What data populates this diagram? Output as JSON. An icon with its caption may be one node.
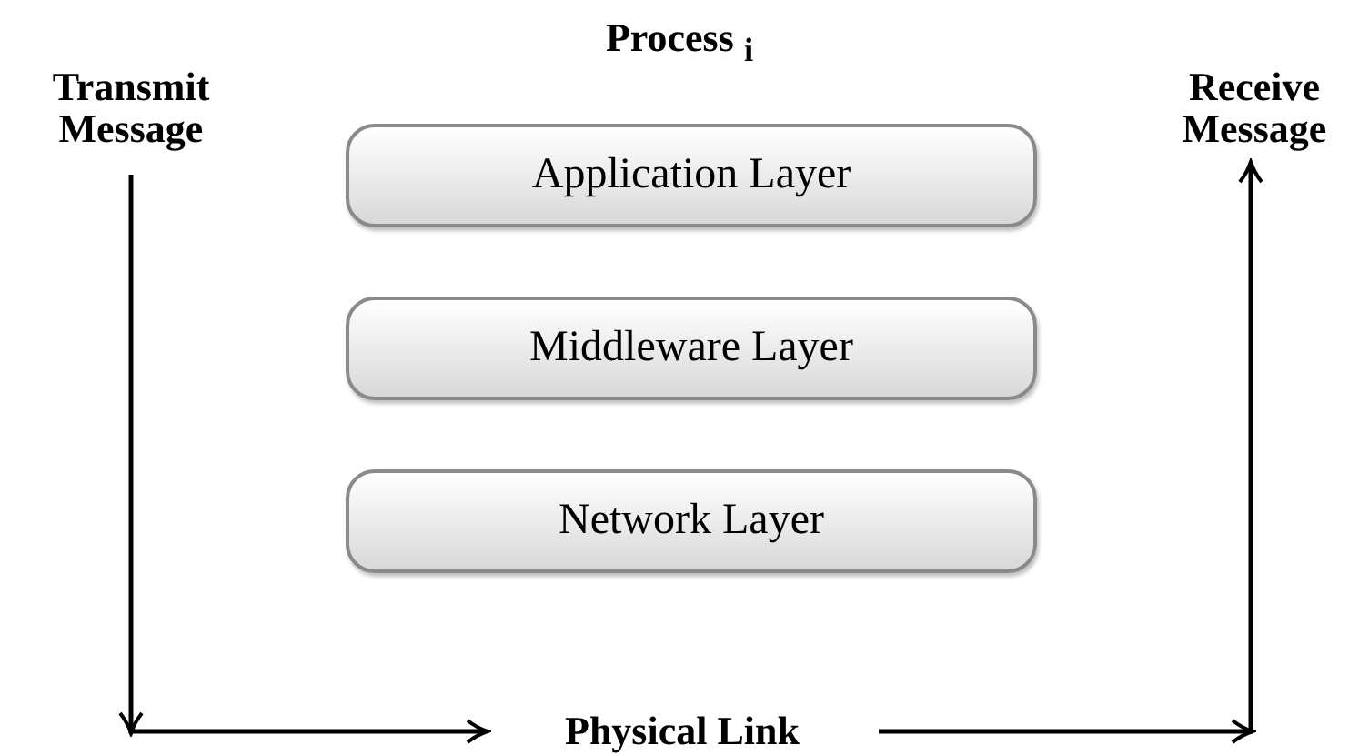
{
  "diagram": {
    "title": "Process $_{i}$",
    "nodes": [
      {
        "text": [
          "Transmit Message"
        ]
      },
      {
        "text": [
          "Receive Message"
        ]
      },
      {
        "text": [
          "Application Layer"
        ]
      },
      {
        "text": [
          "Middleware Layer"
        ]
      },
      {
        "text": [
          "Network Layer"
        ]
      },
      {
        "text": [
          "Physical Link"
        ]
      }
    ],
    "edges": [
      {
        "from": 0,
        "to": 5,
        "arrow": "to"
      },
      {
        "from": 5,
        "to": 1,
        "arrow": "to"
      }
    ]
  }
}
